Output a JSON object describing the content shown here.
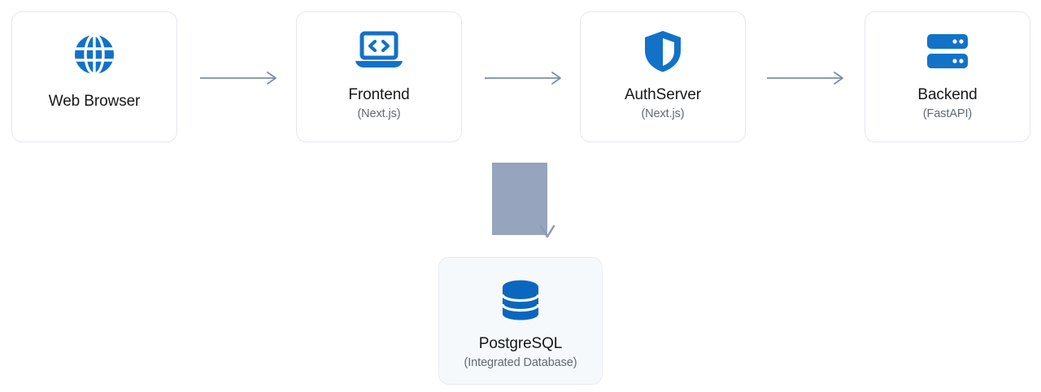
{
  "diagram": {
    "type": "architecture-flow",
    "background_color": "#ffffff",
    "accent_color": "#1272c8",
    "card_border_color": "#e4e8f1",
    "card_background_color": "#ffffff",
    "card_tinted_background_color": "#f6f9fb",
    "title_color": "#17181a",
    "subtitle_color": "#5f6a72",
    "connector_color": "#7d8ea8",
    "block_connector_color": "#96a4bd"
  },
  "nodes": [
    {
      "id": "browser",
      "title": "Web Browser",
      "subtitle": "",
      "icon": "globe-icon"
    },
    {
      "id": "frontend",
      "title": "Frontend",
      "subtitle": "(Next.js)",
      "icon": "laptop-code-icon"
    },
    {
      "id": "auth",
      "title": "AuthServer",
      "subtitle": "(Next.js)",
      "icon": "shield-icon"
    },
    {
      "id": "backend",
      "title": "Backend",
      "subtitle": "(FastAPI)",
      "icon": "server-icon"
    },
    {
      "id": "database",
      "title": "PostgreSQL",
      "subtitle": "(Integrated Database)",
      "icon": "database-icon"
    }
  ],
  "connectors": [
    {
      "id": "browser-to-frontend",
      "from": "browser",
      "to": "frontend",
      "style": "arrow-right"
    },
    {
      "id": "frontend-to-auth",
      "from": "frontend",
      "to": "auth",
      "style": "arrow-right"
    },
    {
      "id": "auth-to-backend",
      "from": "auth",
      "to": "backend",
      "style": "arrow-right"
    },
    {
      "id": "backend-to-database",
      "from": "backend",
      "to": "database",
      "style": "arrow-down-block"
    }
  ]
}
